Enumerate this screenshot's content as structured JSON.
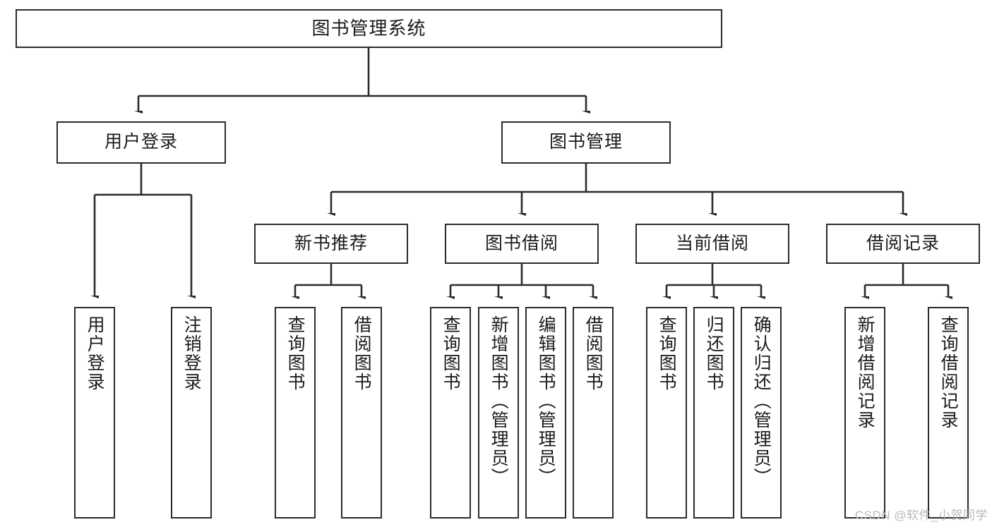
{
  "diagram": {
    "title": "图书管理系统",
    "type": "tree",
    "watermark": "CSDN @软件_小贺同学",
    "colors": {
      "box_border": "#2b2b2b",
      "box_fill": "#ffffff",
      "edge": "#2b2b2b",
      "text": "#1b1b1b",
      "watermark": "#b9b9b9",
      "background": "#ffffff"
    },
    "root": {
      "label": "图书管理系统"
    },
    "level2": [
      {
        "label": "用户登录"
      },
      {
        "label": "图书管理"
      }
    ],
    "level3": [
      {
        "label": "新书推荐"
      },
      {
        "label": "图书借阅"
      },
      {
        "label": "当前借阅"
      },
      {
        "label": "借阅记录"
      }
    ],
    "leaves": {
      "user_login": [
        {
          "label": "用户登录"
        },
        {
          "label": "注销登录"
        }
      ],
      "new_book_recommend": [
        {
          "label": "查询图书"
        },
        {
          "label": "借阅图书"
        }
      ],
      "book_borrow": [
        {
          "label": "查询图书"
        },
        {
          "label": "新增图书（管理员）"
        },
        {
          "label": "编辑图书（管理员）"
        },
        {
          "label": "借阅图书"
        }
      ],
      "current_borrow": [
        {
          "label": "查询图书"
        },
        {
          "label": "归还图书"
        },
        {
          "label": "确认归还（管理员）"
        }
      ],
      "borrow_record": [
        {
          "label": "新增借阅记录"
        },
        {
          "label": "查询借阅记录"
        }
      ]
    }
  }
}
